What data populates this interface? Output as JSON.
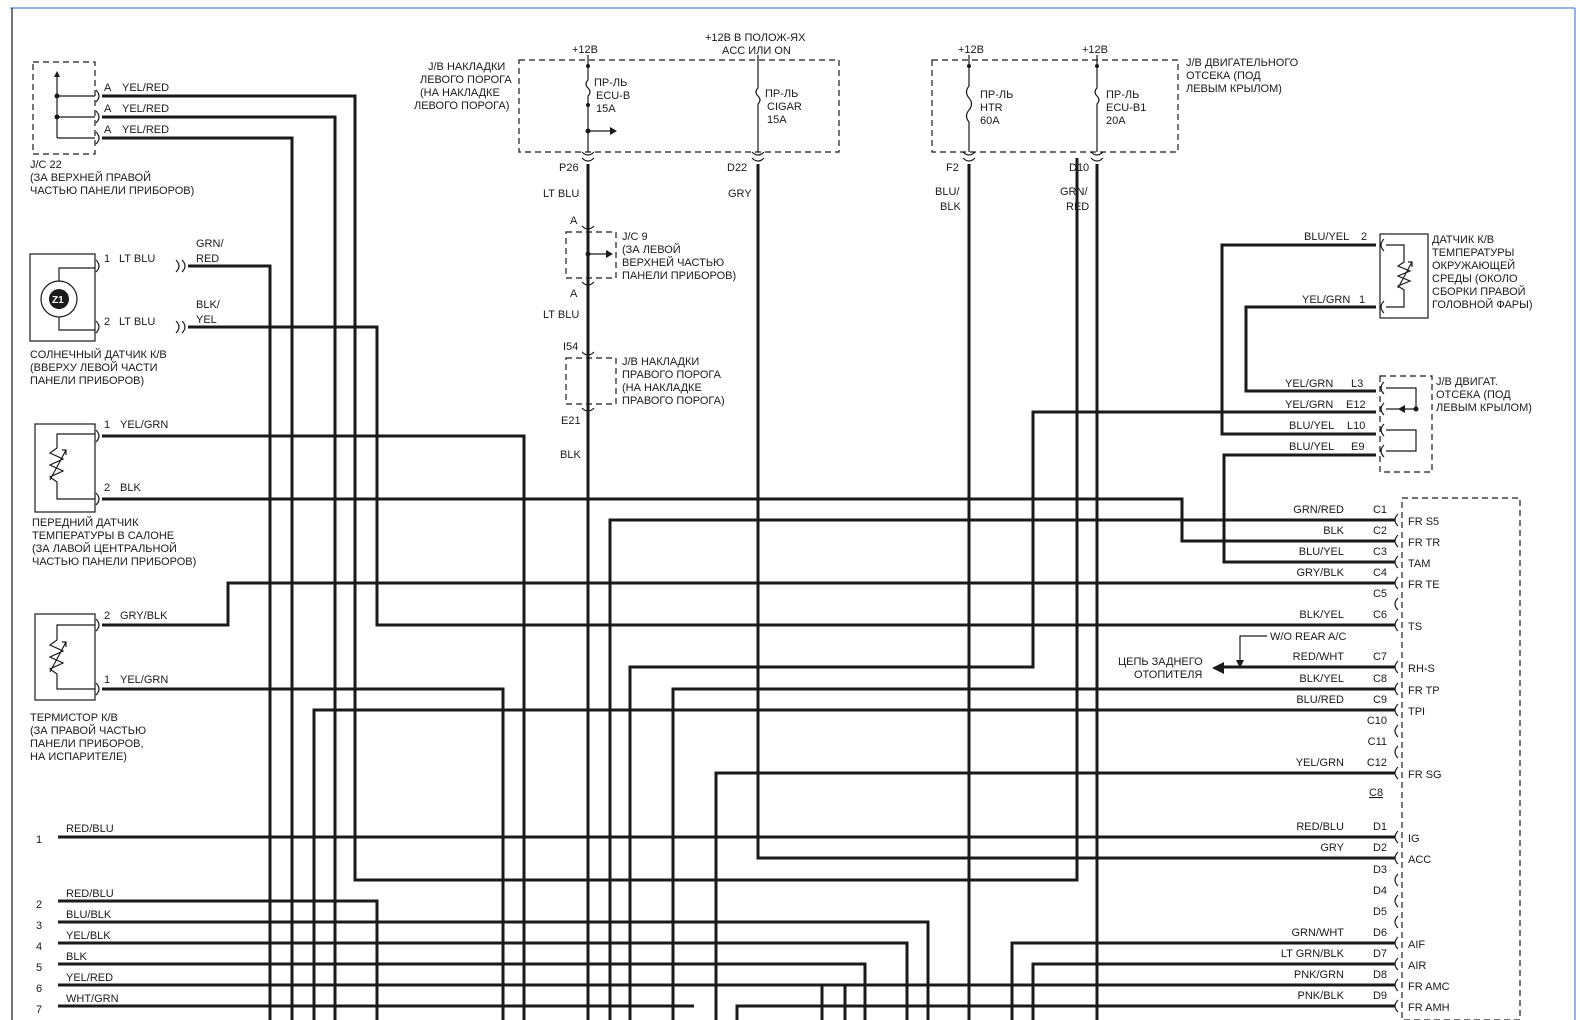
{
  "colors": {
    "line": "#1a1a1a",
    "frame": "#6f9ad8",
    "background": "#ffffff"
  },
  "labels": {
    "p12a": "+12В",
    "p12b": "+12В",
    "p12c": "+12В",
    "p12acc1": "+12В В ПОЛОЖ-ЯХ",
    "p12acc2": "ACC ИЛИ ON",
    "jb_l1": "J/B НАКЛАДКИ",
    "jb_l2": "ЛЕВОГО ПОРОГА",
    "jb_l3": "(НА НАКЛАДКЕ",
    "jb_l4": "ЛЕВОГО ПОРОГА)",
    "jb_e1": "J/B ДВИГАТЕЛЬНОГО",
    "jb_e2": "ОТСЕКА (ПОД",
    "jb_e3": "ЛЕВЫМ КРЫЛОМ)",
    "f1a": "ПР-ЛЬ",
    "f1b": "ECU-B",
    "f1c": "15A",
    "f2a": "ПР-ЛЬ",
    "f2b": "CIGAR",
    "f2c": "15A",
    "f3a": "ПР-ЛЬ",
    "f3b": "HTR",
    "f3c": "60A",
    "f4a": "ПР-ЛЬ",
    "f4b": "ECU-B1",
    "f4c": "20A",
    "p26": "P26",
    "d22": "D22",
    "f2": "F2",
    "d10": "D10",
    "ltblu1": "LT BLU",
    "gry": "GRY",
    "blu_blk1": "BLU/",
    "blu_blk2": "BLK",
    "grn_red1": "GRN/",
    "grn_red2": "RED",
    "a1": "A",
    "a2": "A",
    "ltblu2": "LT BLU",
    "jc9_1": "J/C 9",
    "jc9_2": "(ЗА ЛЕВОЙ",
    "jc9_3": "ВЕРХНЕЙ ЧАСТЬЮ",
    "jc9_4": "ПАНЕЛИ ПРИБОРОВ)",
    "i54": "I54",
    "e21": "E21",
    "blk_v": "BLK",
    "jbr1": "J/B НАКЛАДКИ",
    "jbr2": "ПРАВОГО ПОРОГА",
    "jbr3": "(НА НАКЛАДКЕ",
    "jbr4": "ПРАВОГО ПОРОГА)",
    "jc22_a1": "A",
    "jc22_a2": "A",
    "jc22_a3": "A",
    "jc22_w1": "YEL/RED",
    "jc22_w2": "YEL/RED",
    "jc22_w3": "YEL/RED",
    "jc22_1": "J/C 22",
    "jc22_2": "(ЗА ВЕРХНЕЙ ПРАВОЙ",
    "jc22_3": "ЧАСТЬЮ ПАНЕЛИ ПРИБОРОВ)",
    "sun_p1": "1",
    "sun_w1": "LT BLU",
    "sun_p2": "2",
    "sun_w2": "LT BLU",
    "sun_c1a": "GRN/",
    "sun_c1b": "RED",
    "sun_c2a": "BLK/",
    "sun_c2b": "YEL",
    "sun_1": "СОЛНЕЧНЫЙ ДАТЧИК К/В",
    "sun_2": "(ВВЕРХУ ЛЕВОЙ ЧАСТИ",
    "sun_3": "ПАНЕЛИ ПРИБОРОВ)",
    "ft_p1": "1",
    "ft_w1": "YEL/GRN",
    "ft_p2": "2",
    "ft_w2": "BLK",
    "ft_1": "ПЕРЕДНИЙ ДАТЧИК",
    "ft_2": "ТЕМПЕРАТУРЫ В САЛОНЕ",
    "ft_3": "(ЗА ЛАВОЙ ЦЕНТРАЛЬНОЙ",
    "ft_4": "ЧАСТЬЮ ПАНЕЛИ ПРИБОРОВ)",
    "th_p2": "2",
    "th_w2": "GRY/BLK",
    "th_p1": "1",
    "th_w1": "YEL/GRN",
    "th_1": "ТЕРМИСТОР К/В",
    "th_2": "(ЗА ПРАВОЙ ЧАСТЬЮ",
    "th_3": "ПАНЕЛИ ПРИБОРОВ,",
    "th_4": "НА ИСПАРИТЕЛЕ)",
    "amb_w2": "BLU/YEL",
    "amb_p2": "2",
    "amb_w1": "YEL/GRN",
    "amb_p1": "1",
    "amb_1": "ДАТЧИК К/В",
    "amb_2": "ТЕМПЕРАТУРЫ",
    "amb_3": "ОКРУЖАЮЩЕЙ",
    "amb_4": "СРЕДЫ (ОКОЛО",
    "amb_5": "СБОРКИ ПРАВОЙ",
    "amb_6": "ГОЛОВНОЙ ФАРЫ)",
    "jbe2_w1": "YEL/GRN",
    "jbe2_p1": "L3",
    "jbe2_w2": "YEL/GRN",
    "jbe2_p2": "E12",
    "jbe2_w3": "BLU/YEL",
    "jbe2_p3": "L10",
    "jbe2_w4": "BLU/YEL",
    "jbe2_p4": "E9",
    "jbe2_1": "J/B ДВИГАТ.",
    "jbe2_2": "ОТСЕКА (ПОД",
    "jbe2_3": "ЛЕВЫМ КРЫЛОМ)",
    "wo_rear": "W/O REAR A/C",
    "rear1": "ЦЕПЬ ЗАДНЕГО",
    "rear2": "ОТОПИТЕЛЯ",
    "c8_label": "C8",
    "lp1": "1",
    "lp2": "2",
    "lp3": "3",
    "lp4": "4",
    "lp5": "5",
    "lp6": "6",
    "lp7": "7",
    "lw1": "RED/BLU",
    "lw2": "RED/BLU",
    "lw3": "BLU/BLK",
    "lw4": "YEL/BLK",
    "lw5": "BLK",
    "lw6": "YEL/RED",
    "lw7": "WHT/GRN"
  },
  "ecu_pins": [
    {
      "wire": "GRN/RED",
      "pin": "C1",
      "func": "FR S5"
    },
    {
      "wire": "BLK",
      "pin": "C2",
      "func": "FR TR"
    },
    {
      "wire": "BLU/YEL",
      "pin": "C3",
      "func": "TAM"
    },
    {
      "wire": "GRY/BLK",
      "pin": "C4",
      "func": "FR TE"
    },
    {
      "wire": "",
      "pin": "C5",
      "func": ""
    },
    {
      "wire": "BLK/YEL",
      "pin": "C6",
      "func": "TS"
    },
    {
      "wire": "",
      "pin": "",
      "func": ""
    },
    {
      "wire": "RED/WHT",
      "pin": "C7",
      "func": "RH-S"
    },
    {
      "wire": "BLK/YEL",
      "pin": "C8",
      "func": "FR TP"
    },
    {
      "wire": "BLU/RED",
      "pin": "C9",
      "func": "TPI"
    },
    {
      "wire": "",
      "pin": "C10",
      "func": ""
    },
    {
      "wire": "",
      "pin": "C11",
      "func": ""
    },
    {
      "wire": "YEL/GRN",
      "pin": "C12",
      "func": "FR SG"
    },
    {
      "wire": "RED/BLU",
      "pin": "D1",
      "func": "IG"
    },
    {
      "wire": "GRY",
      "pin": "D2",
      "func": "ACC"
    },
    {
      "wire": "",
      "pin": "D3",
      "func": ""
    },
    {
      "wire": "",
      "pin": "D4",
      "func": ""
    },
    {
      "wire": "",
      "pin": "D5",
      "func": ""
    },
    {
      "wire": "GRN/WHT",
      "pin": "D6",
      "func": "AIF"
    },
    {
      "wire": "LT GRN/BLK",
      "pin": "D7",
      "func": "AIR"
    },
    {
      "wire": "PNK/GRN",
      "pin": "D8",
      "func": "FR AMC"
    },
    {
      "wire": "PNK/BLK",
      "pin": "D9",
      "func": "FR AMH"
    }
  ]
}
